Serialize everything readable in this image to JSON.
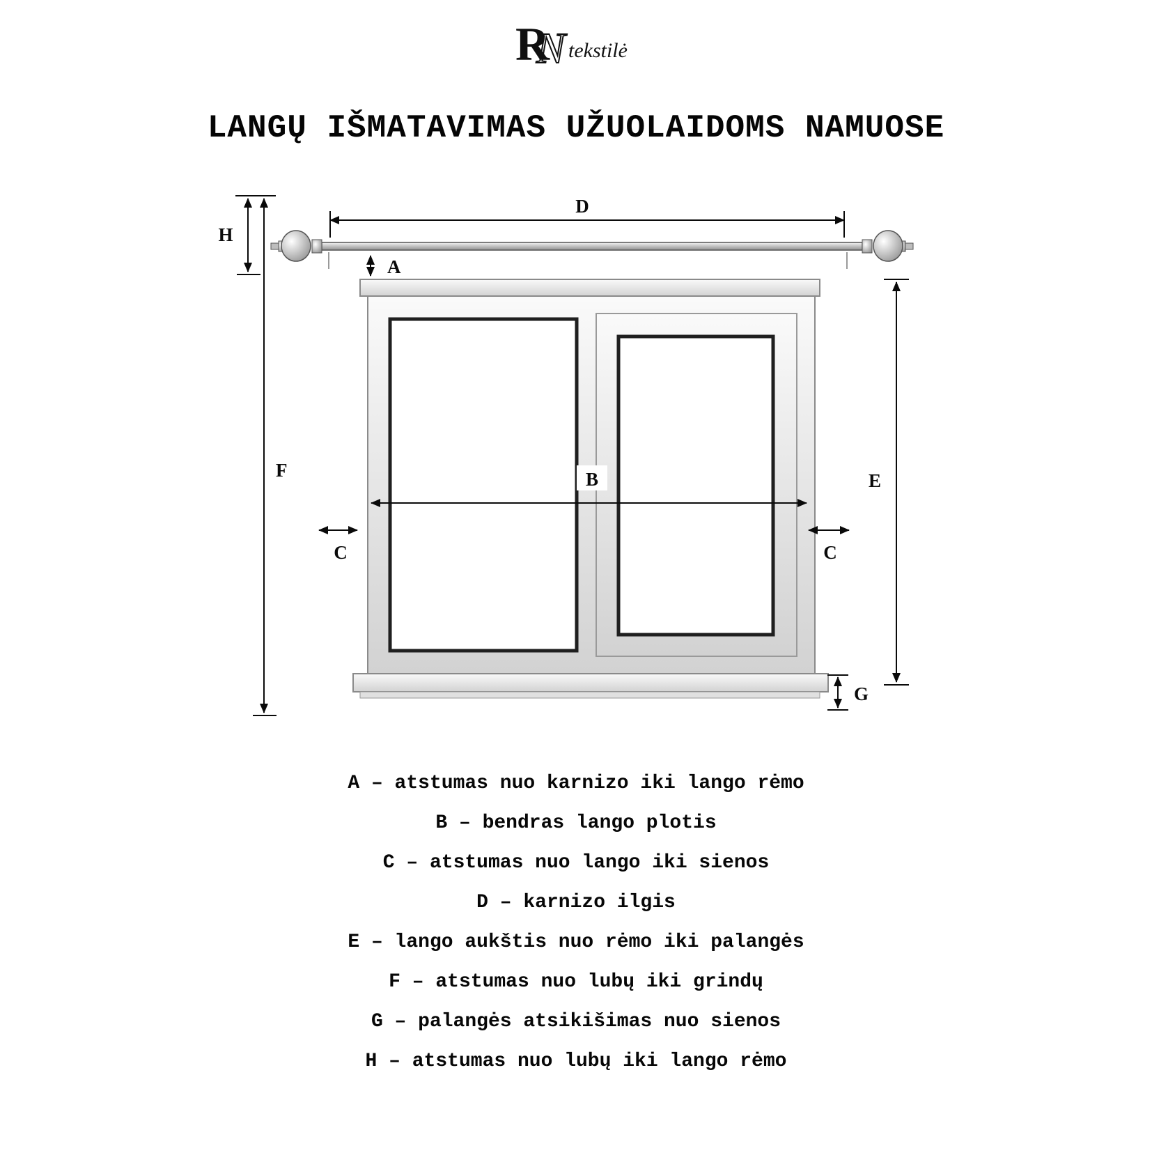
{
  "logo": {
    "monogram_r": "R",
    "monogram_n": "N",
    "wordmark": "tekstilė"
  },
  "title": "LANGŲ IŠMATAVIMAS UŽUOLAIDOMS NAMUOSE",
  "diagram": {
    "labels": {
      "a": "A",
      "b": "B",
      "c_left": "C",
      "c_right": "C",
      "d": "D",
      "e": "E",
      "f": "F",
      "g": "G",
      "h": "H"
    }
  },
  "legend": {
    "items": [
      "A – atstumas nuo karnizo iki lango rėmo",
      "B – bendras lango plotis",
      "C – atstumas nuo lango iki sienos",
      "D – karnizo ilgis",
      "E – lango aukštis nuo rėmo iki palangės",
      "F – atstumas nuo lubų iki grindų",
      "G – palangės atsikišimas nuo sienos",
      "H – atstumas nuo lubų iki lango rėmo"
    ]
  },
  "colors": {
    "ink": "#0a0a0a",
    "frame_gray": "#d9d9d9",
    "glass_edge": "#1f1f1f"
  }
}
